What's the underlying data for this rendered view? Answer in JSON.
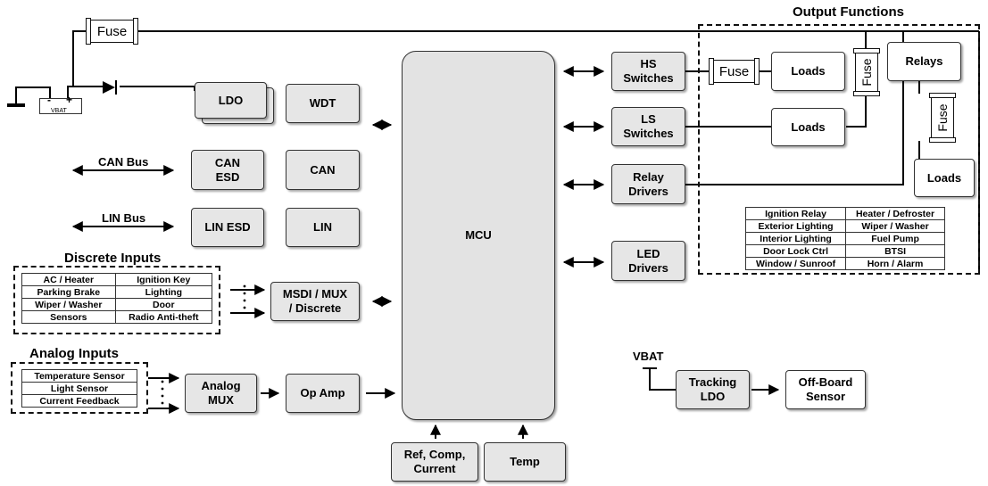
{
  "blocks": {
    "fuse_main": "Fuse",
    "vbat_battery": "VBAT",
    "battery_minus": "-",
    "battery_plus": "+",
    "ldo": "LDO",
    "wdt": "WDT",
    "can_esd": "CAN\nESD",
    "can": "CAN",
    "lin_esd": "LIN ESD",
    "lin": "LIN",
    "msdi": "MSDI / MUX\n/  Discrete",
    "analog_mux": "Analog\nMUX",
    "op_amp": "Op Amp",
    "mcu": "MCU",
    "ref": "Ref, Comp,\nCurrent",
    "temp": "Temp",
    "hs_switches": "HS\nSwitches",
    "ls_switches": "LS\nSwitches",
    "relay_drivers": "Relay\nDrivers",
    "led_drivers": "LED\nDrivers",
    "fuse_hs": "Fuse",
    "loads_1": "Loads",
    "loads_2": "Loads",
    "loads_3": "Loads",
    "fuse_v1": "Fuse",
    "fuse_v2": "Fuse",
    "relays": "Relays",
    "tracking_ldo": "Tracking\nLDO",
    "off_board_sensor": "Off-Board\nSensor"
  },
  "labels": {
    "can_bus": "CAN Bus",
    "lin_bus": "LIN Bus",
    "vbat": "VBAT",
    "discrete_inputs": "Discrete Inputs",
    "analog_inputs": "Analog Inputs",
    "output_functions": "Output Functions"
  },
  "discrete_inputs": [
    [
      "AC / Heater",
      "Ignition Key"
    ],
    [
      "Parking Brake",
      "Lighting"
    ],
    [
      "Wiper / Washer",
      "Door"
    ],
    [
      "Sensors",
      "Radio Anti-theft"
    ]
  ],
  "analog_inputs": [
    "Temperature Sensor",
    "Light Sensor",
    "Current Feedback"
  ],
  "output_functions": [
    [
      "Ignition Relay",
      "Heater / Defroster"
    ],
    [
      "Exterior Lighting",
      "Wiper / Washer"
    ],
    [
      "Interior Lighting",
      "Fuel Pump"
    ],
    [
      "Door Lock Ctrl",
      "BTSI"
    ],
    [
      "Window / Sunroof",
      "Horn / Alarm"
    ]
  ]
}
